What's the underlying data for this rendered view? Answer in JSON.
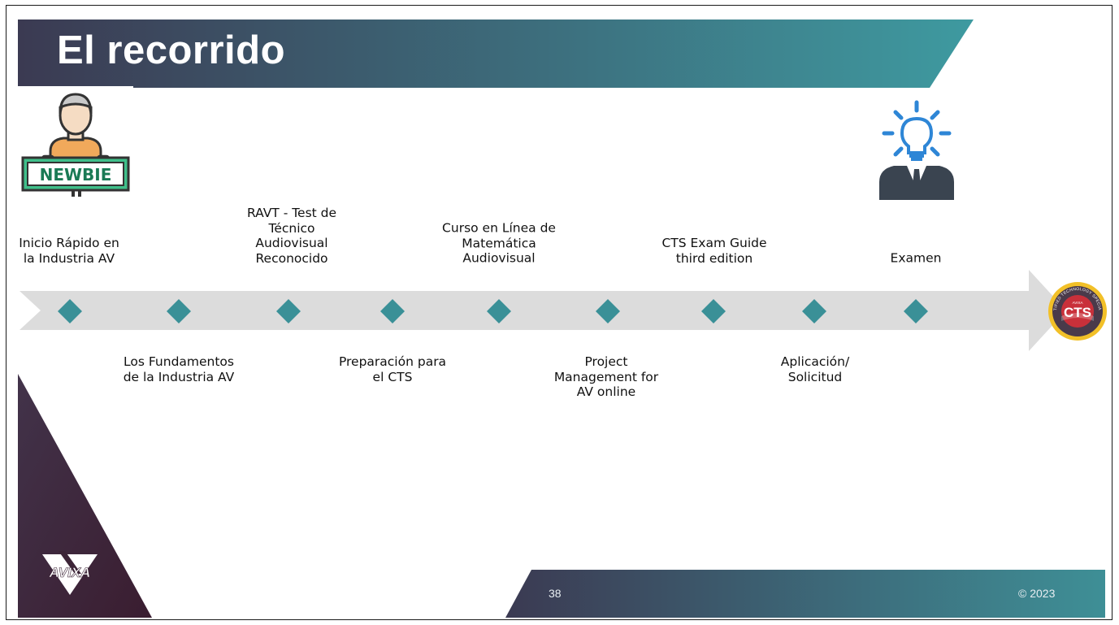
{
  "slide": {
    "title": "El recorrido",
    "page_number": "38",
    "copyright": "© 2023",
    "colors": {
      "banner_start": "#3b3a52",
      "banner_end": "#3e9aa0",
      "diamond": "#3a9097",
      "arrow": "#dcdcdc",
      "corner": "#3c2437"
    }
  },
  "steps_top": [
    "Inicio Rápido en la Industria AV",
    "RAVT - Test de Técnico Audiovisual Reconocido",
    "Curso en Línea de Matemática Audiovisual",
    "CTS Exam Guide third edition",
    "Examen"
  ],
  "steps_bottom": [
    "Los Fundamentos de la Industria AV",
    "Preparación para el CTS",
    "Project Management for AV online",
    "Aplicación/ Solicitud"
  ],
  "images": {
    "newbie_sign": "NEWBIE",
    "newbie_icon": "newbie-person-icon",
    "expert_icon": "lightbulb-businessman-icon",
    "cts_badge_text": "CTS",
    "cts_badge_ring": "CERTIFIED TECHNOLOGY SPECIALIST",
    "cts_badge_brand": "AVIXA",
    "avixa_logo": "AVIXA"
  }
}
